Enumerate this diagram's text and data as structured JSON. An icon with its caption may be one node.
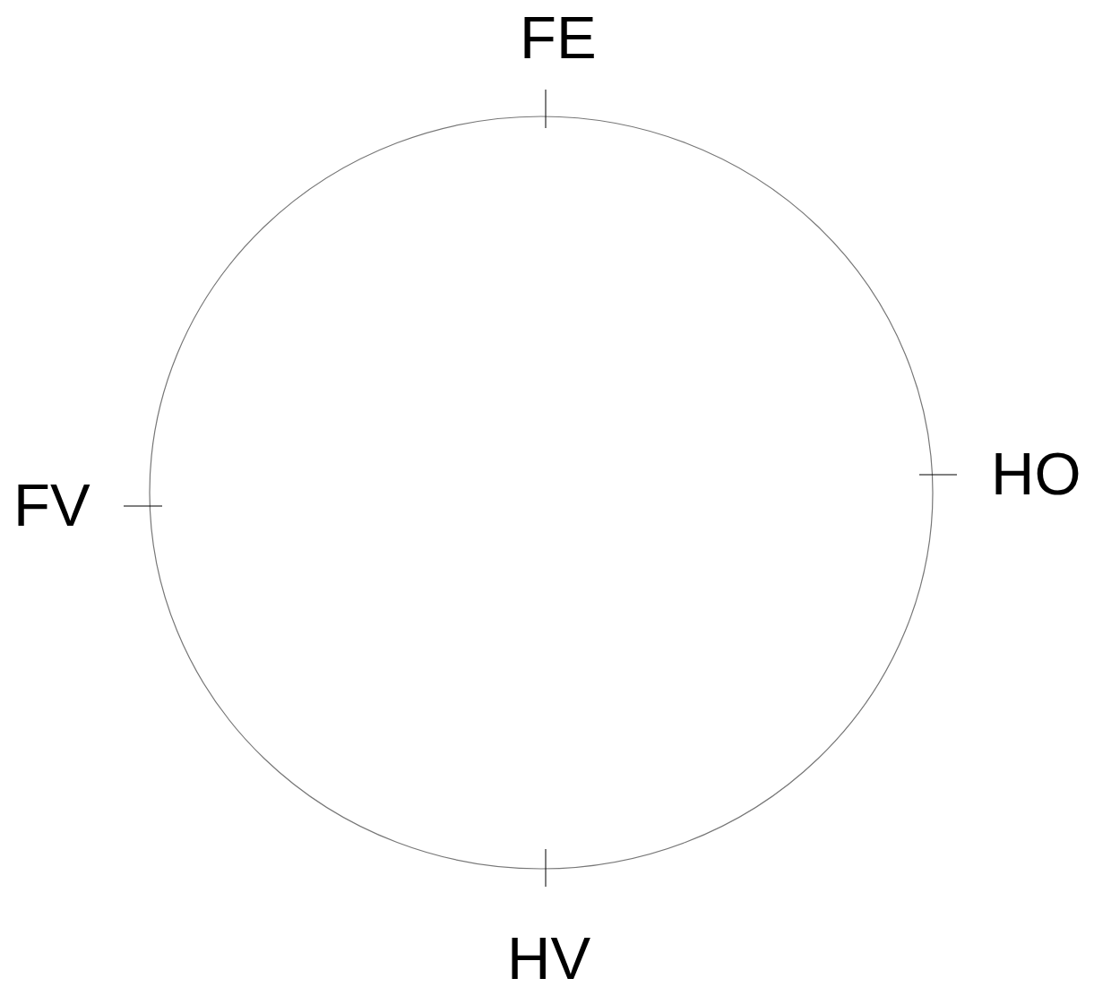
{
  "diagram": {
    "labels": [
      "FE",
      "HO",
      "FV",
      "HV"
    ]
  }
}
